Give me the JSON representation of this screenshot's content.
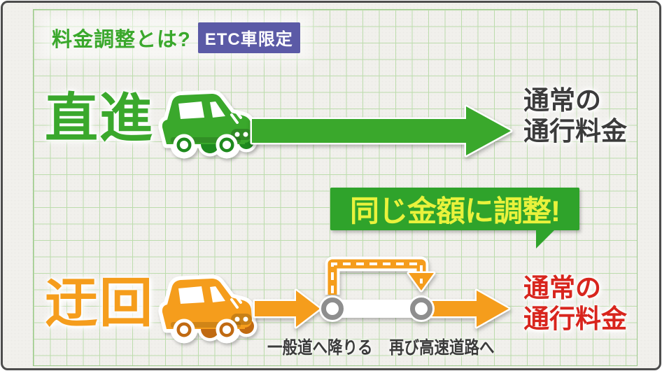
{
  "header": {
    "title": "料金調整とは?",
    "badge": "ETC車限定"
  },
  "straight_row": {
    "label": "直進",
    "car_icon": "green-car-icon",
    "arrow_icon": "green-arrow-right-icon",
    "result_line1": "通常の",
    "result_line2": "通行料金"
  },
  "adjust_banner": {
    "text": "同じ金額に調整!"
  },
  "detour_row": {
    "label": "迂回",
    "car_icon": "orange-car-icon",
    "arrow_icon": "orange-arrow-right-icon",
    "detour_path_icon": "dashed-detour-arrow-icon",
    "interchange_icon": "interchange-circle-icon",
    "exit_label": "一般道へ降りる",
    "reentry_label": "再び高速道路へ",
    "result_line1": "通常の",
    "result_line2": "通行料金"
  },
  "colors": {
    "green": "#3aa82c",
    "green_dark": "#1e8a1e",
    "banner_green": "#2fa32b",
    "banner_text_yellow": "#e9f23c",
    "orange": "#f59d1c",
    "orange_dark": "#c06a12",
    "badge_blue": "#5b5aa6",
    "badge_text": "#ffffff",
    "result_red": "#d8251d",
    "ink": "#3b3b3b",
    "ring_gray": "#8e8e8e",
    "paper": "#f1f0ec",
    "grid_line": "#bcdcac",
    "grid_edge": "#9cc98b"
  }
}
